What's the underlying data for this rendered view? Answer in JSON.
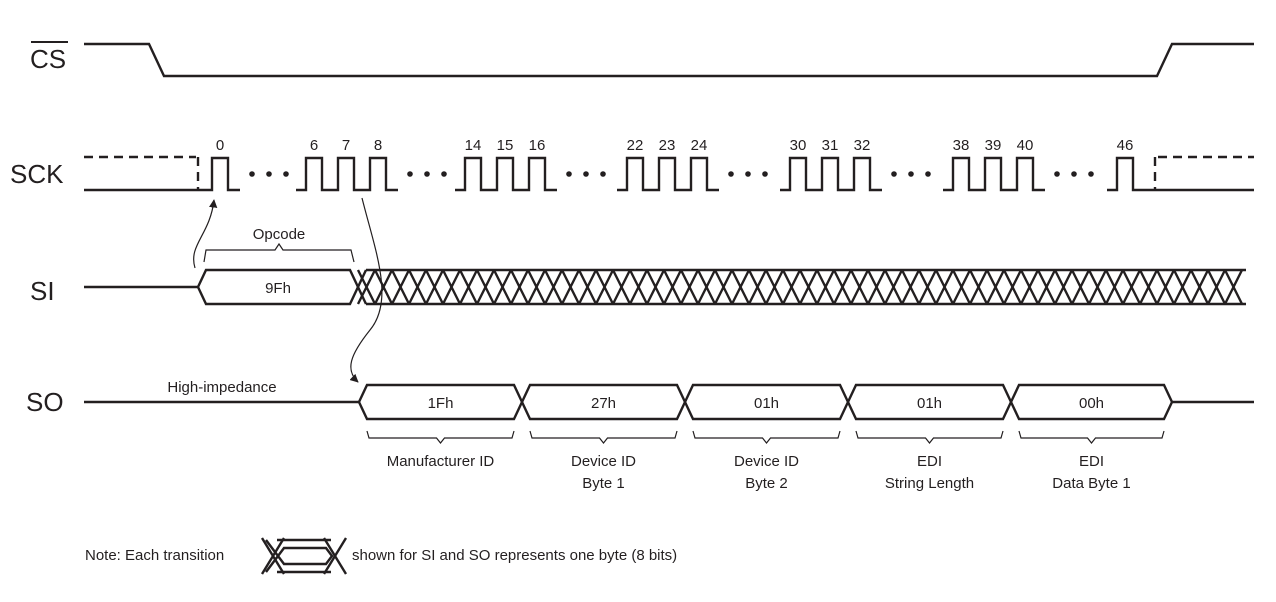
{
  "signals": {
    "cs": "CS",
    "sck": "SCK",
    "si": "SI",
    "so": "SO"
  },
  "sck_groups": [
    {
      "labels": [
        "0"
      ]
    },
    {
      "labels": [
        "6",
        "7",
        "8"
      ]
    },
    {
      "labels": [
        "14",
        "15",
        "16"
      ]
    },
    {
      "labels": [
        "22",
        "23",
        "24"
      ]
    },
    {
      "labels": [
        "30",
        "31",
        "32"
      ]
    },
    {
      "labels": [
        "38",
        "39",
        "40"
      ]
    },
    {
      "labels": [
        "46"
      ]
    }
  ],
  "si": {
    "opcode_label": "Opcode",
    "opcode_value": "9Fh"
  },
  "so": {
    "idle_label": "High-impedance",
    "bytes": [
      {
        "value": "1Fh",
        "caption": [
          "Manufacturer ID"
        ]
      },
      {
        "value": "27h",
        "caption": [
          "Device ID",
          "Byte 1"
        ]
      },
      {
        "value": "01h",
        "caption": [
          "Device ID",
          "Byte 2"
        ]
      },
      {
        "value": "01h",
        "caption": [
          "EDI",
          "String Length"
        ]
      },
      {
        "value": "00h",
        "caption": [
          "EDI",
          "Data Byte 1"
        ]
      }
    ]
  },
  "note": {
    "prefix": "Note:  Each transition",
    "suffix": "shown for SI and SO represents one byte (8 bits)"
  }
}
